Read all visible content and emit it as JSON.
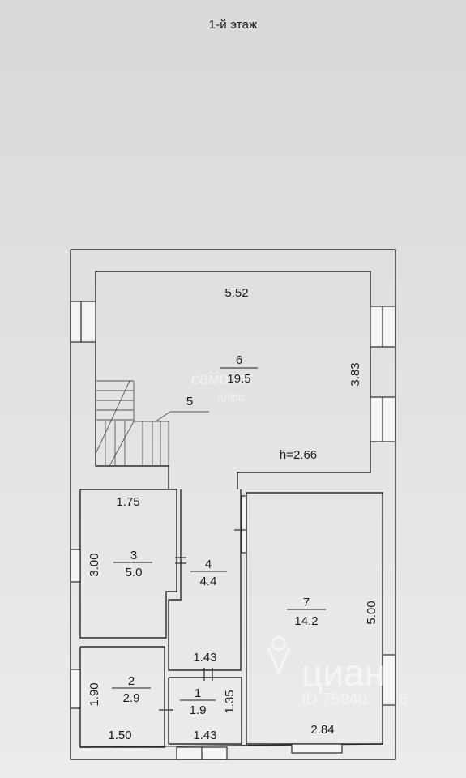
{
  "title": "1-й этаж",
  "rooms": [
    {
      "num": "6",
      "area": "19.5"
    },
    {
      "num": "5"
    },
    {
      "num": "3",
      "area": "5.0"
    },
    {
      "num": "4",
      "area": "4.4"
    },
    {
      "num": "7",
      "area": "14.2"
    },
    {
      "num": "2",
      "area": "2.9"
    },
    {
      "num": "1",
      "area": "1.9"
    }
  ],
  "dimensions": {
    "room6_width": "5.52",
    "room6_depth": "3.83",
    "ceiling_height": "h=2.66",
    "room3_width": "1.75",
    "room3_depth": "3.00",
    "room7_depth": "5.00",
    "room7_width": "2.84",
    "room2_depth": "1.90",
    "room2_width": "1.50",
    "room1_width_top": "1.43",
    "room1_width_bottom": "1.43",
    "room1_depth": "1.35"
  },
  "watermarks": {
    "samolet": "самолет",
    "plus": "плюс",
    "cian": "циан",
    "cian_id": "ID 75940",
    "cian_id_tail": "6"
  }
}
